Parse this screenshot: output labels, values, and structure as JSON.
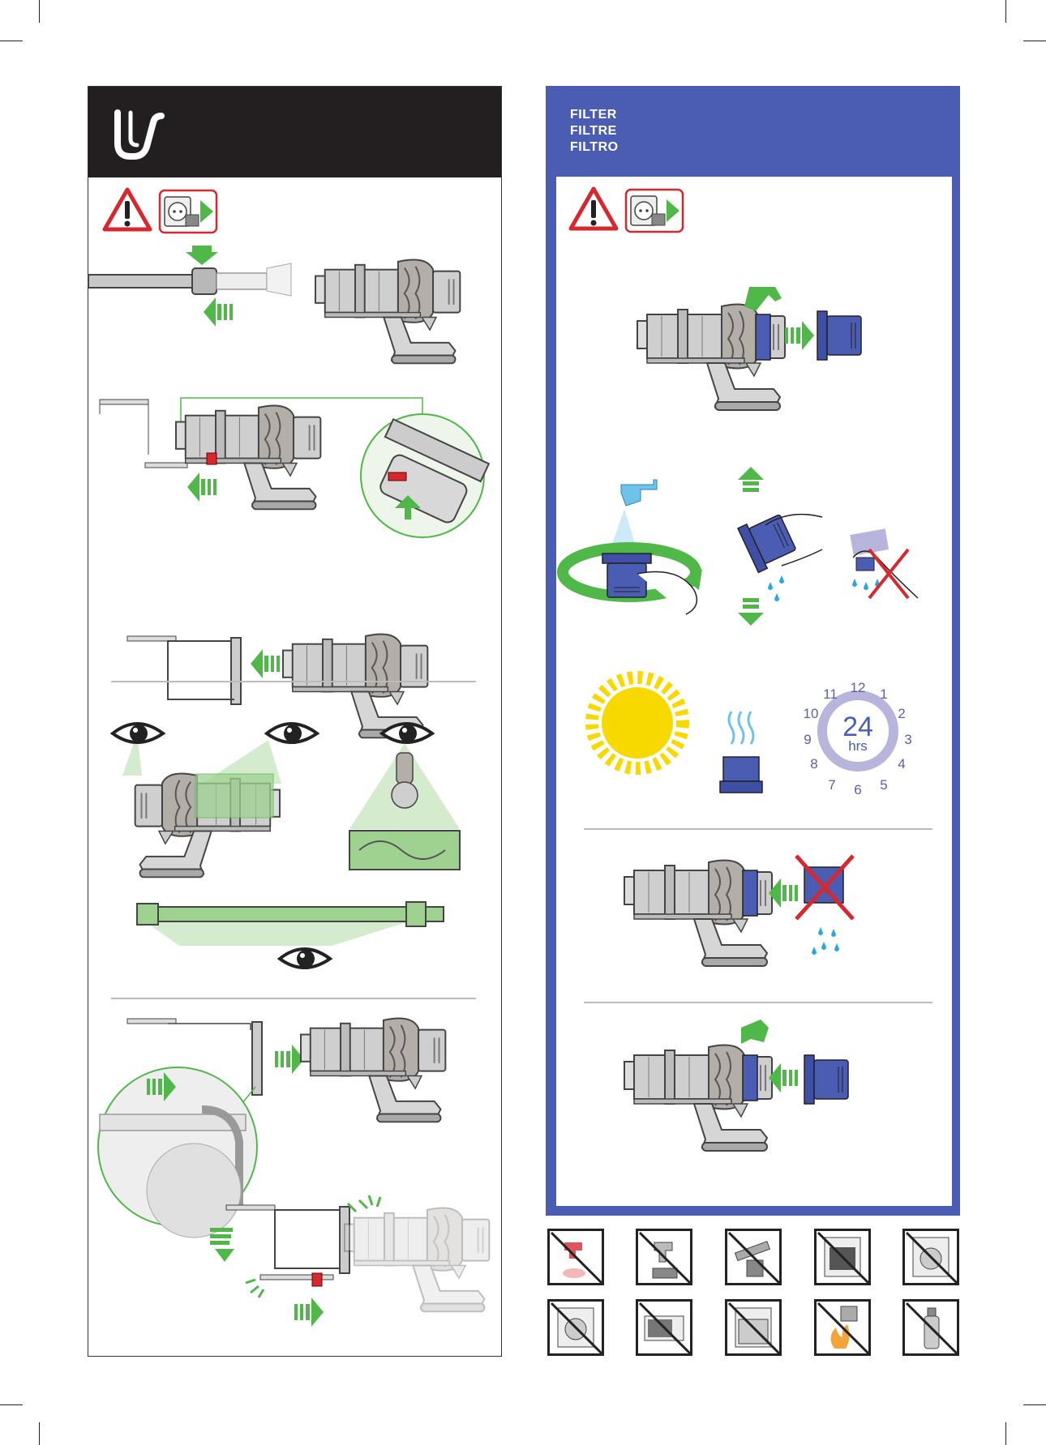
{
  "header": {
    "filter_lines": [
      "FILTER",
      "FILTRE",
      "FILTRO"
    ]
  },
  "clock": {
    "numbers": [
      "12",
      "1",
      "2",
      "3",
      "4",
      "5",
      "6",
      "7",
      "8",
      "9",
      "10",
      "11"
    ],
    "value": "24",
    "unit": "hrs"
  },
  "colors": {
    "filter_blue": "#4b5cb3",
    "arrow_green": "#4fb848",
    "warning_red": "#d7282f",
    "sun_yellow": "#f7d900",
    "water_blue": "#29a8e0"
  },
  "icons": {
    "left_header": "trigger-icon",
    "warning": "warning-triangle-icon",
    "unplug": "unplug-icon",
    "eye": "eye-icon",
    "prohibited": [
      "no-hot-tap-icon",
      "no-tap-icon",
      "no-brush-icon",
      "no-oven-icon",
      "no-dryer-icon",
      "no-washing-machine-icon",
      "no-microwave-icon",
      "no-dishwasher-icon",
      "no-fire-icon",
      "no-spray-icon"
    ]
  }
}
